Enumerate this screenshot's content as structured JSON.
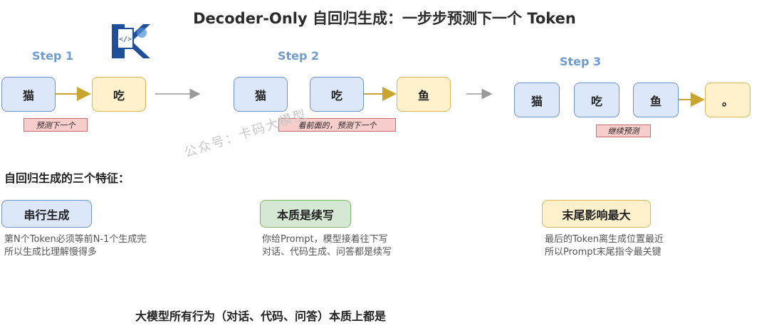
{
  "title": "Decoder-Only 自回归生成：一步步预测下一个 Token",
  "steps": [
    {
      "label": "Step 1",
      "tokens": [
        "猫",
        "吃"
      ],
      "note": "预测下一个"
    },
    {
      "label": "Step 2",
      "tokens": [
        "猫",
        "吃",
        "鱼"
      ],
      "note": "看前面的，预测下一个"
    },
    {
      "label": "Step 3",
      "tokens": [
        "猫",
        "吃",
        "鱼",
        "。"
      ],
      "note": "继续预测"
    }
  ],
  "features_heading": "自回归生成的三个特征：",
  "features": [
    {
      "title": "串行生成",
      "desc": "第N个Token必须等前N-1个生成完\n所以生成比理解慢得多"
    },
    {
      "title": "本质是续写",
      "desc": "你给Prompt，模型接着往下写\n对话、代码生成、问答都是续写"
    },
    {
      "title": "末尾影响最大",
      "desc": "最后的Token离生成位置最近\n所以Prompt末尾指令最关键"
    }
  ],
  "conclusion": "大模型所有行为（对话、代码、问答）本质上都是",
  "watermark": "公众号：卡码大模型",
  "colors": {
    "blue_fill": "#dce8fa",
    "blue_border": "#6d93cc",
    "yellow_fill": "#fff1cc",
    "yellow_border": "#d6b656",
    "green_fill": "#d5e8d4",
    "note_fill": "#f8cecc",
    "arrow_gold": "#c8a431",
    "arrow_gray": "#9a9a9a",
    "step_text": "#6f9bd0"
  }
}
